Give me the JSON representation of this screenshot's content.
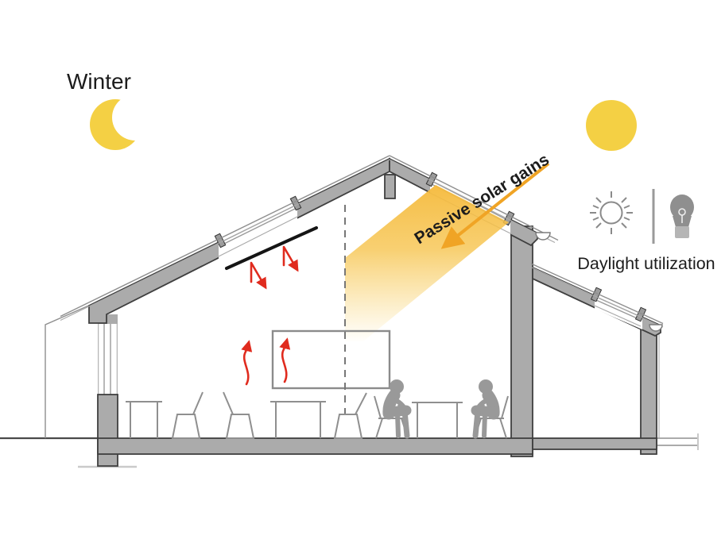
{
  "scene": {
    "season_label": "Winter",
    "beam_label": "Passive solar gains",
    "legend_label": "Daylight utilization"
  },
  "icons": {
    "moon": "crescent-moon-icon",
    "sun": "sun-icon",
    "legend_sun": "sun-outline-icon",
    "legend_bulb": "light-bulb-icon",
    "solar_arrow": "solar-gain-arrow",
    "heat_down_arrows": "red-bent-heat-arrows",
    "heat_up_arrows": "red-wavy-heat-arrows"
  },
  "colors": {
    "sun_yellow": "#F4D044",
    "beam_yellow": "#F6BE41",
    "solar_arrow": "#F0A425",
    "heat_red": "#E02B1E",
    "wall_gray": "#ABABAB",
    "outline_dark": "#3F3F3F",
    "line_gray": "#8F8F8F",
    "people_gray": "#999999",
    "text_dark": "#1C1C1C"
  }
}
